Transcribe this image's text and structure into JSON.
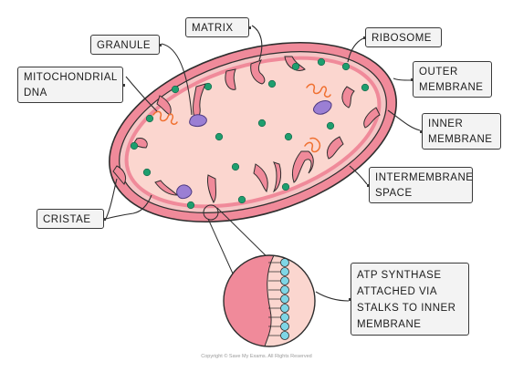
{
  "labels": {
    "matrix": "MATRIX",
    "granule": "GRANULE",
    "ribosome": "RIBOSOME",
    "mitochondrial_dna": "MITOCHONDRIAL\nDNA",
    "outer_membrane": "OUTER\nMEMBRANE",
    "inner_membrane": "INNER\nMEMBRANE",
    "intermembrane_space": "INTERMEMBRANE\nSPACE",
    "cristae": "CRISTAE",
    "atp_synthase": "ATP SYNTHASE\nATTACHED VIA\nSTALKS TO INNER\nMEMBRANE"
  },
  "copyright": "Copyright © Save My Exams. All Rights Reserved",
  "colors": {
    "outer_membrane": "#f08a9a",
    "intermembrane": "#f5c6c6",
    "matrix": "#fbd6cf",
    "outline": "#2e2e2e",
    "ribosome": "#1e9e6e",
    "granule": "#9b7fd4",
    "dna": "#f07030",
    "atp_head": "#7fd6e6"
  }
}
